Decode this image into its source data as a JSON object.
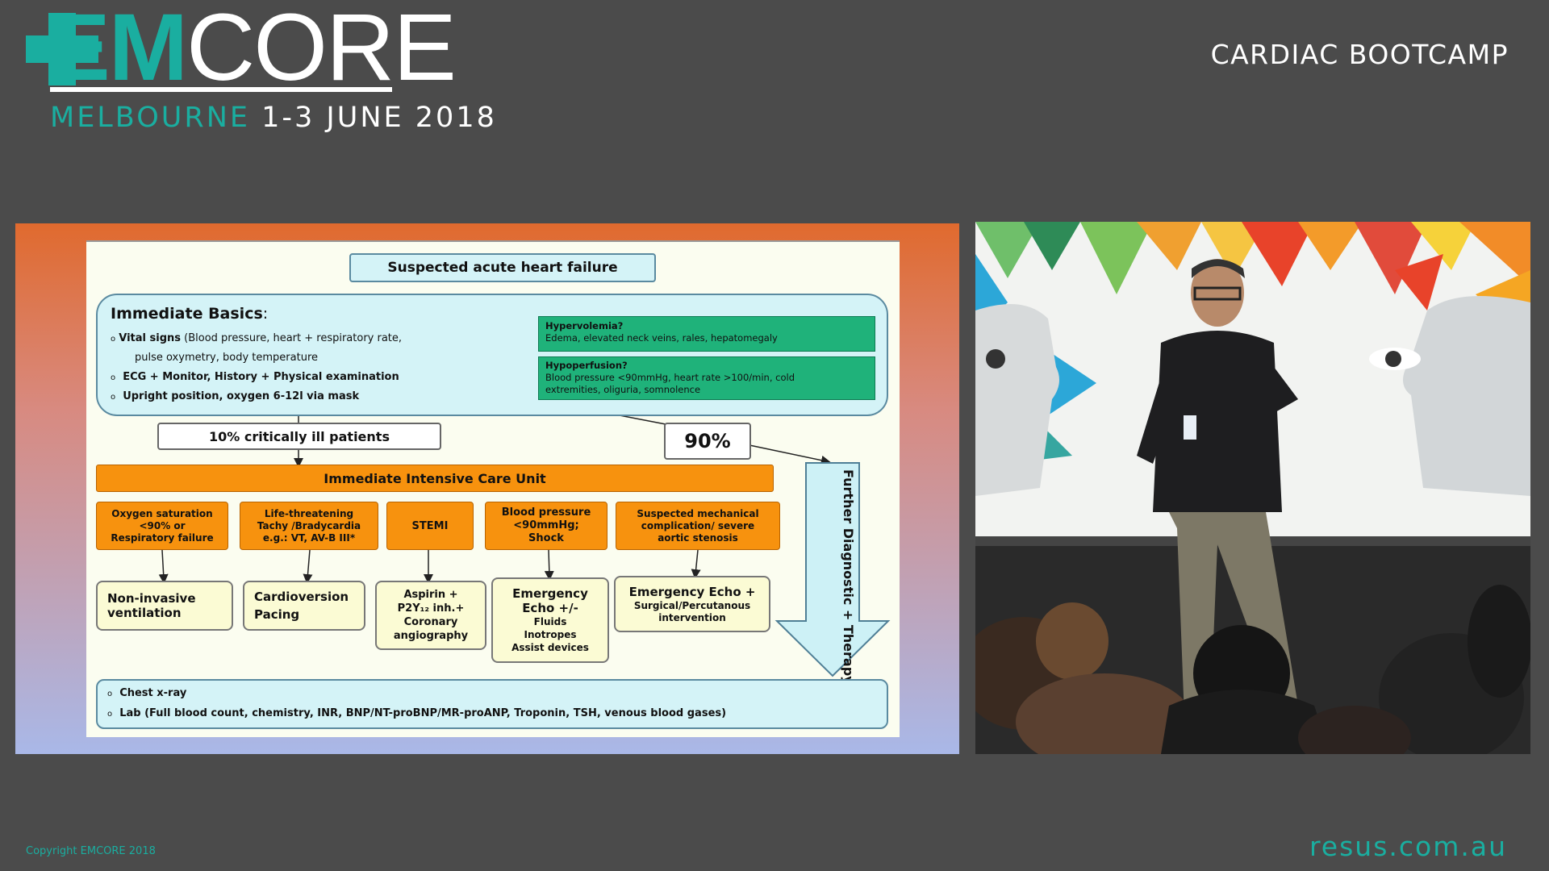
{
  "header": {
    "logo_em": "EM",
    "logo_core": "CORE",
    "event_city": "MELBOURNE",
    "event_dates": "1-3 JUNE 2018",
    "session_title": "CARDIAC BOOTCAMP"
  },
  "slide": {
    "top_box": "Suspected acute heart failure",
    "basics": {
      "heading": "Immediate Basics",
      "heading_colon": ":",
      "item1_bold": "Vital signs",
      "item1_rest": " (Blood pressure, heart + respiratory rate,",
      "item1_cont": "pulse oxymetry, body temperature",
      "item2": "ECG + Monitor, History + Physical examination",
      "item3": "Upright position, oxygen 6-12l via mask",
      "bullet": "o"
    },
    "hypervolemia": {
      "title": "Hypervolemia?",
      "text": "Edema, elevated neck veins, rales, hepatomegaly"
    },
    "hypoperfusion": {
      "title": "Hypoperfusion?",
      "text1": "Blood pressure <90mmHg, heart rate >100/min, cold",
      "text2": "extremities, oliguria, somnolence"
    },
    "critically_ill": "10% critically ill patients",
    "ninety": "90%",
    "icu": "Immediate Intensive Care Unit",
    "further": "Further Diagnostic + Therapy",
    "indications": [
      {
        "l1": "Oxygen saturation",
        "l2": "<90% or",
        "l3": "Respiratory failure"
      },
      {
        "l1": "Life-threatening",
        "l2": "Tachy /Bradycardia",
        "l3": "e.g.: VT, AV-B III*"
      },
      {
        "l1": "STEMI"
      },
      {
        "l1": "Blood pressure",
        "l2": "<90mmHg;",
        "l3": "Shock"
      },
      {
        "l1": "Suspected mechanical",
        "l2": "complication/ severe",
        "l3": "aortic stenosis"
      }
    ],
    "actions": [
      {
        "l1": "Non-invasive",
        "l2": "ventilation"
      },
      {
        "l1": "Cardioversion",
        "l2": "Pacing"
      },
      {
        "l1": "Aspirin +",
        "l2": "P2Y₁₂ inh.+",
        "l3": "Coronary",
        "l4": "angiography"
      },
      {
        "l1": "Emergency",
        "l2": "Echo +/-",
        "l3": "Fluids",
        "l4": "Inotropes",
        "l5": "Assist devices"
      },
      {
        "l1": "Emergency Echo +",
        "l2": "Surgical/Percutanous",
        "l3": "intervention"
      }
    ],
    "bottom": {
      "item1": "Chest x-ray",
      "item2": "Lab (Full blood count, chemistry, INR, BNP/NT-proBNP/MR-proANP,  Troponin, TSH, venous blood gases)"
    }
  },
  "footer": {
    "copyright": "Copyright EMCORE 2018",
    "url": "resus.com.au"
  },
  "colors": {
    "brand_teal": "#1aaea0",
    "background": "#4b4b4b",
    "orange": "#f7920e",
    "cyan": "#d4f3f7",
    "green": "#1fb27a"
  }
}
